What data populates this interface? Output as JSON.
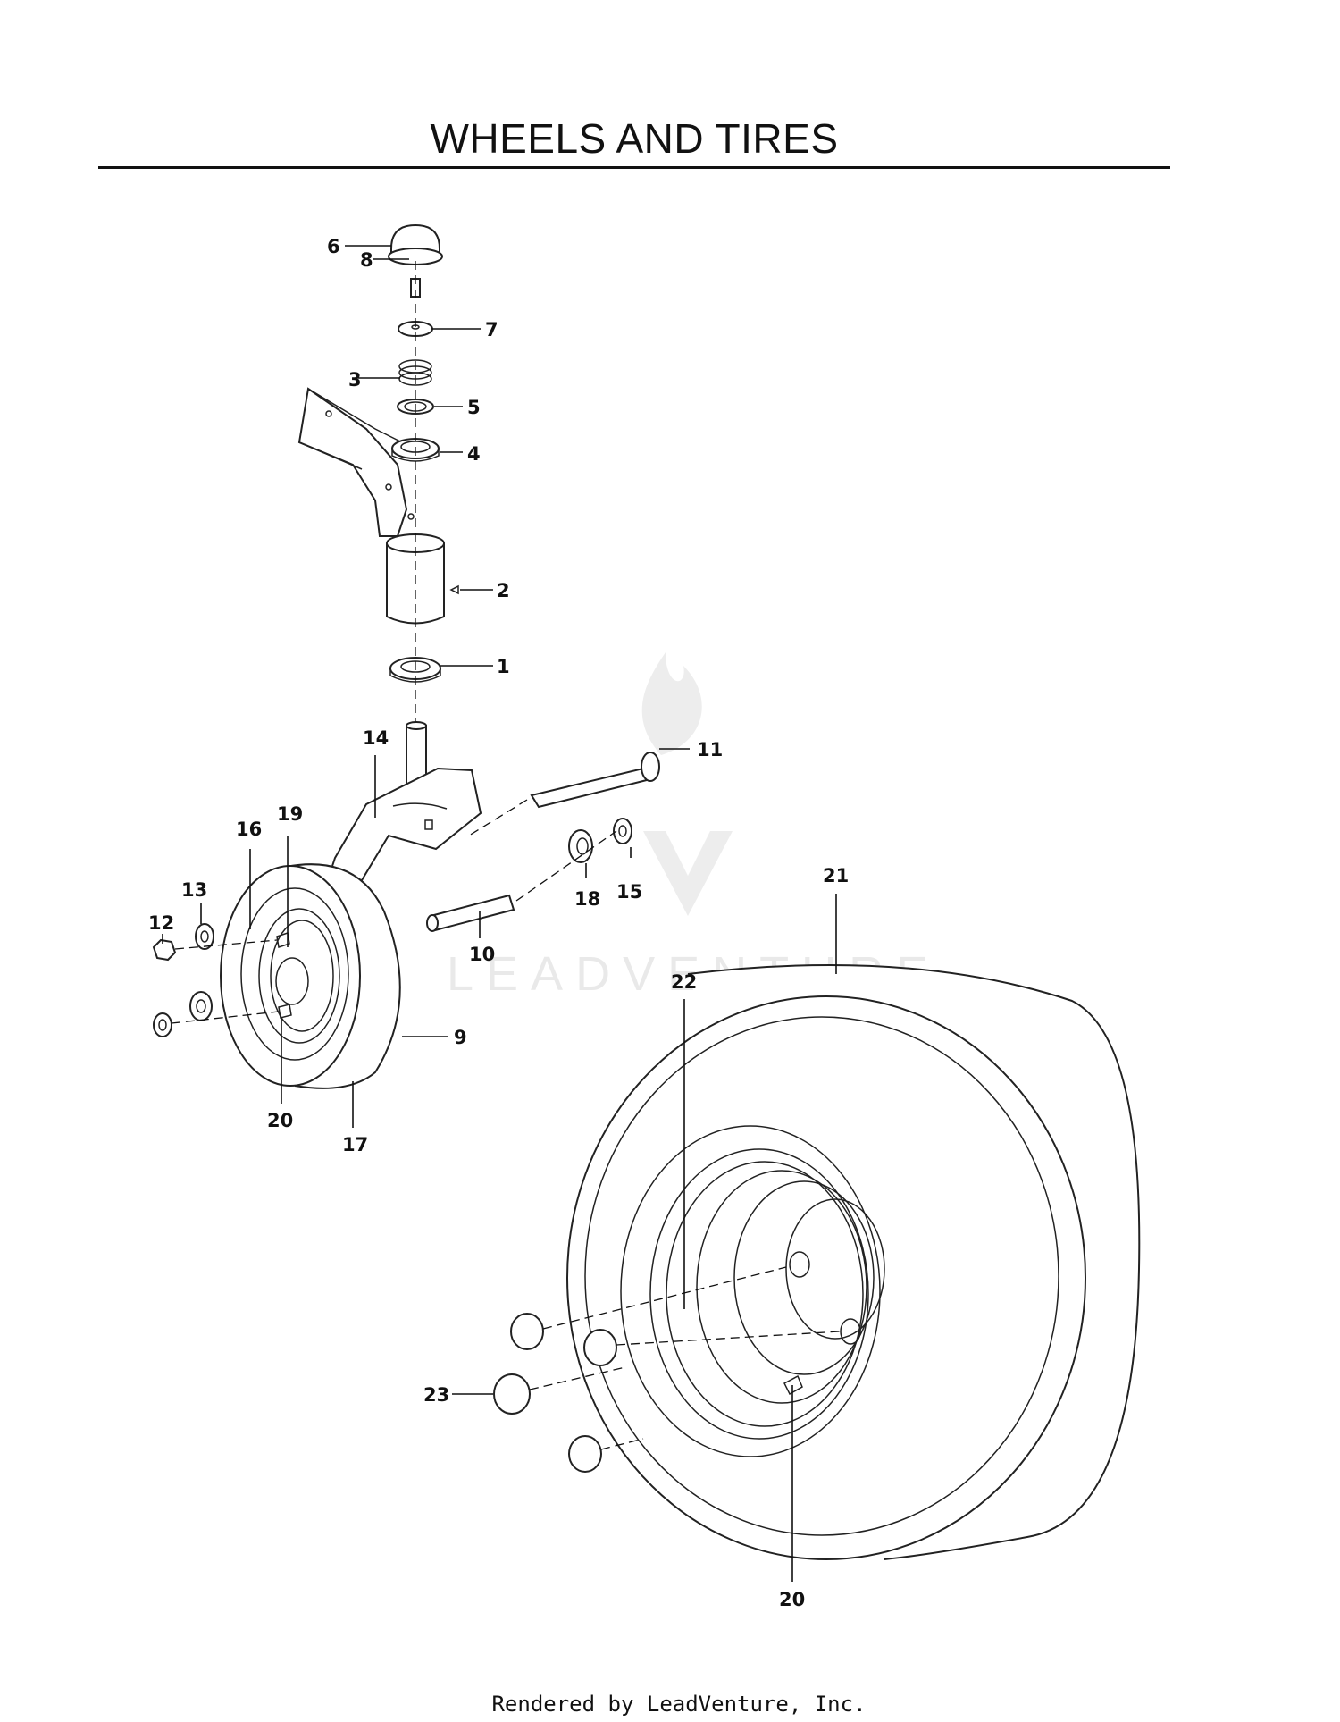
{
  "title": "WHEELS AND TIRES",
  "watermark": "LEADVENTURE",
  "footer": "Rendered by LeadVenture, Inc.",
  "callouts": [
    "1",
    "2",
    "3",
    "4",
    "5",
    "6",
    "7",
    "8",
    "9",
    "10",
    "11",
    "12",
    "13",
    "14",
    "15",
    "16",
    "17",
    "18",
    "19",
    "20",
    "20",
    "21",
    "22",
    "23"
  ],
  "colors": {
    "line": "#222222",
    "background": "#ffffff",
    "watermark": "#e9e9e9"
  }
}
